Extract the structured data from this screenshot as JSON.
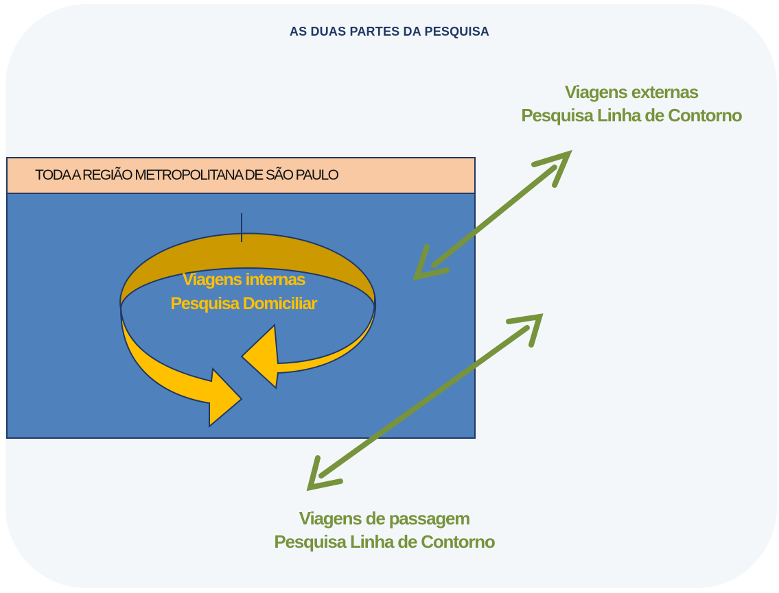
{
  "title": "AS DUAS PARTES DA PESQUISA",
  "region": {
    "label": "TODA A REGIÃO METROPOLITANA DE SÃO PAULO"
  },
  "internal": {
    "line1": "Viagens internas",
    "line2": "Pesquisa Domiciliar"
  },
  "external": {
    "line1": "Viagens externas",
    "line2": "Pesquisa Linha de Contorno"
  },
  "passage": {
    "line1": "Viagens de passagem",
    "line2": "Pesquisa Linha de Contorno"
  },
  "colors": {
    "panel": "#f4f7fa",
    "region_fill": "#4f81bd",
    "region_header": "#f8c9a2",
    "outline": "#1f3864",
    "arrow_green": "#77933c",
    "arrow_gold": "#ffc000",
    "arrow_gold_dark": "#cc9900"
  }
}
